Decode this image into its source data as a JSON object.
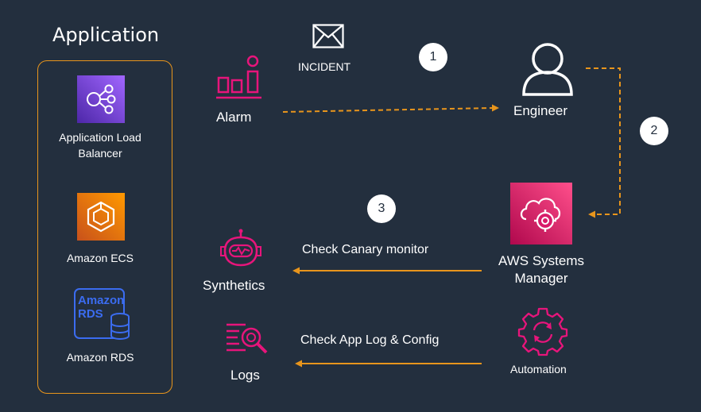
{
  "application": {
    "title": "Application",
    "services": [
      {
        "icon": "load-balancer-icon",
        "label_line1": "Application Load",
        "label_line2": "Balancer"
      },
      {
        "icon": "ecs-icon",
        "label": "Amazon ECS"
      },
      {
        "icon": "rds-icon",
        "label": "Amazon RDS",
        "icon_text_1": "Amazon",
        "icon_text_2": "RDS"
      }
    ]
  },
  "alarm": {
    "label": "Alarm",
    "icon": "alarm-chart-icon"
  },
  "incident": {
    "label": "INCIDENT",
    "icon": "envelope-icon"
  },
  "engineer": {
    "label": "Engineer",
    "icon": "user-icon"
  },
  "ssm": {
    "label_line1": "AWS Systems",
    "label_line2": "Manager",
    "icon": "systems-manager-icon"
  },
  "synthetics": {
    "label": "Synthetics",
    "icon": "synthetics-icon"
  },
  "logs": {
    "label": "Logs",
    "icon": "logs-icon"
  },
  "automation": {
    "label": "Automation",
    "icon": "automation-icon"
  },
  "arrows": {
    "canary": "Check Canary monitor",
    "applog": "Check App Log & Config"
  },
  "steps": [
    "1",
    "2",
    "3"
  ],
  "colors": {
    "background": "#232f3e",
    "accent_orange": "#e8951c",
    "pink": "#e7157b",
    "purple": "#8c4fff",
    "ecs_orange": "#ed7100",
    "rds_blue": "#3b48cc"
  }
}
